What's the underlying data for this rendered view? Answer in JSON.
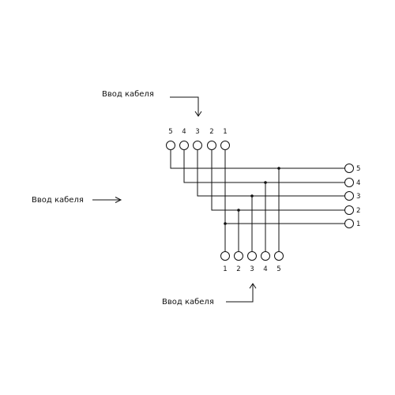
{
  "cable_entry_label": "Ввод кабеля",
  "top_terminals": [
    "5",
    "4",
    "3",
    "2",
    "1"
  ],
  "right_terminals": [
    "5",
    "4",
    "3",
    "2",
    "1"
  ],
  "bottom_terminals": [
    "1",
    "2",
    "3",
    "4",
    "5"
  ],
  "colors": {
    "line": "#111111",
    "background": "#ffffff"
  }
}
